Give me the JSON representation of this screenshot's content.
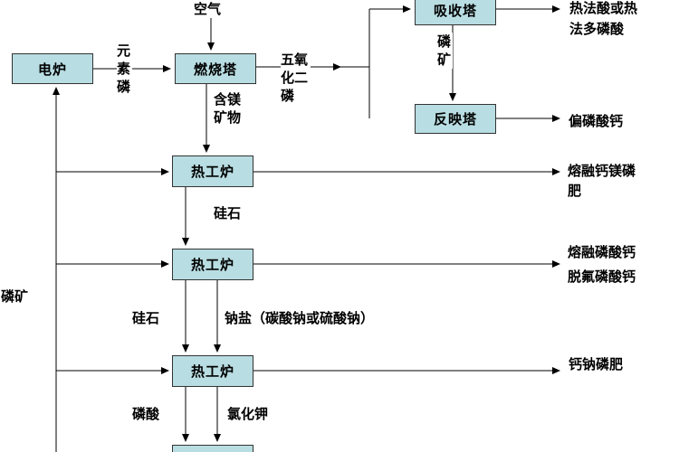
{
  "nodes": {
    "electric_furnace": "电炉",
    "combustion_tower": "燃烧塔",
    "absorption_tower": "吸收塔",
    "reaction_tower": "反映塔",
    "thermal_furnace_1": "热工炉",
    "thermal_furnace_2": "热工炉",
    "thermal_furnace_3": "热工炉"
  },
  "edge_labels": {
    "air": "空气",
    "elemental_phosphorus": "元素磷",
    "phosphorus_pentoxide": "五氧化二磷",
    "phosphate_ore_mid": "磷矿",
    "magnesium_minerals": "含镁矿物",
    "silica_1": "硅石",
    "silica_2": "硅石",
    "sodium_salt": "钠盐（碳酸钠或硫酸钠）",
    "phosphoric_acid": "磷酸",
    "potassium_chloride": "氯化钾",
    "phosphate_ore_left": "磷矿"
  },
  "outputs": {
    "thermal_acid": "热法酸或热法多磷酸",
    "calcium_metaphosphate": "偏磷酸钙",
    "fused_ca_mg_phosphate": "熔融钙镁磷肥",
    "fused_calcium_phosphate": "熔融磷酸钙",
    "defluorinated_calcium_phosphate": "脱氟磷酸钙",
    "ca_na_phosphate": "钙钠磷肥"
  },
  "colors": {
    "node_fill": "#b8dde2",
    "node_border": "#333333",
    "line": "#000000",
    "text": "#000000",
    "background": "#ffffff"
  }
}
